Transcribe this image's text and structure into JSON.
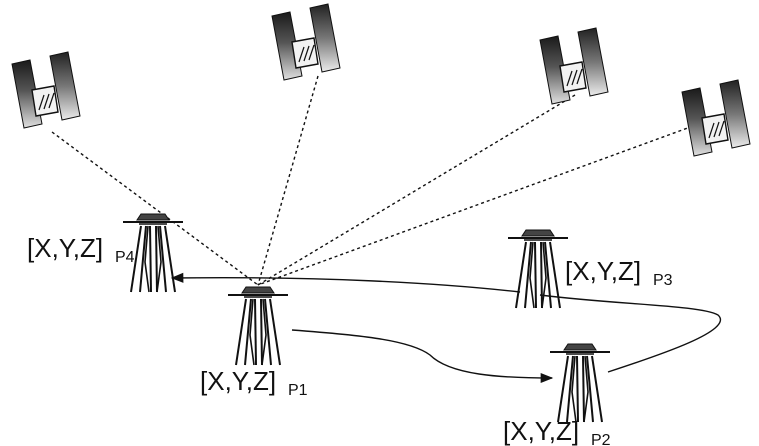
{
  "colors": {
    "ink": "#111111",
    "panel_light": "#d8d8d8",
    "panel_dark": "#1a1a1a",
    "background": "#ffffff"
  },
  "icons": {
    "satellite": "satellite-icon",
    "survey_tripod": "tripod-icon"
  },
  "points": [
    {
      "id": "P1",
      "label_main": "[X,Y,Z]",
      "label_sub": "P1"
    },
    {
      "id": "P2",
      "label_main": "[X,Y,Z]",
      "label_sub": "P2"
    },
    {
      "id": "P3",
      "label_main": "[X,Y,Z]",
      "label_sub": "P3"
    },
    {
      "id": "P4",
      "label_main": "[X,Y,Z]",
      "label_sub": "P4"
    }
  ]
}
